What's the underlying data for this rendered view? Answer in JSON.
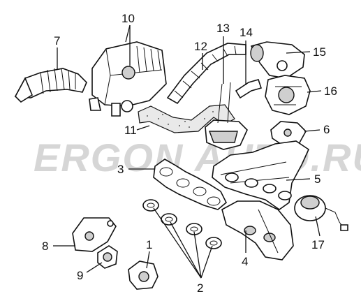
{
  "watermark": "ERGON AUTO.RU",
  "labels": [
    "1",
    "2",
    "3",
    "4",
    "5",
    "6",
    "7",
    "8",
    "9",
    "10",
    "11",
    "12",
    "13",
    "14",
    "15",
    "16",
    "17"
  ],
  "colors": {
    "ink": "#111111",
    "watermark": "#d6d6d6",
    "shade": "#cfcfcf"
  }
}
